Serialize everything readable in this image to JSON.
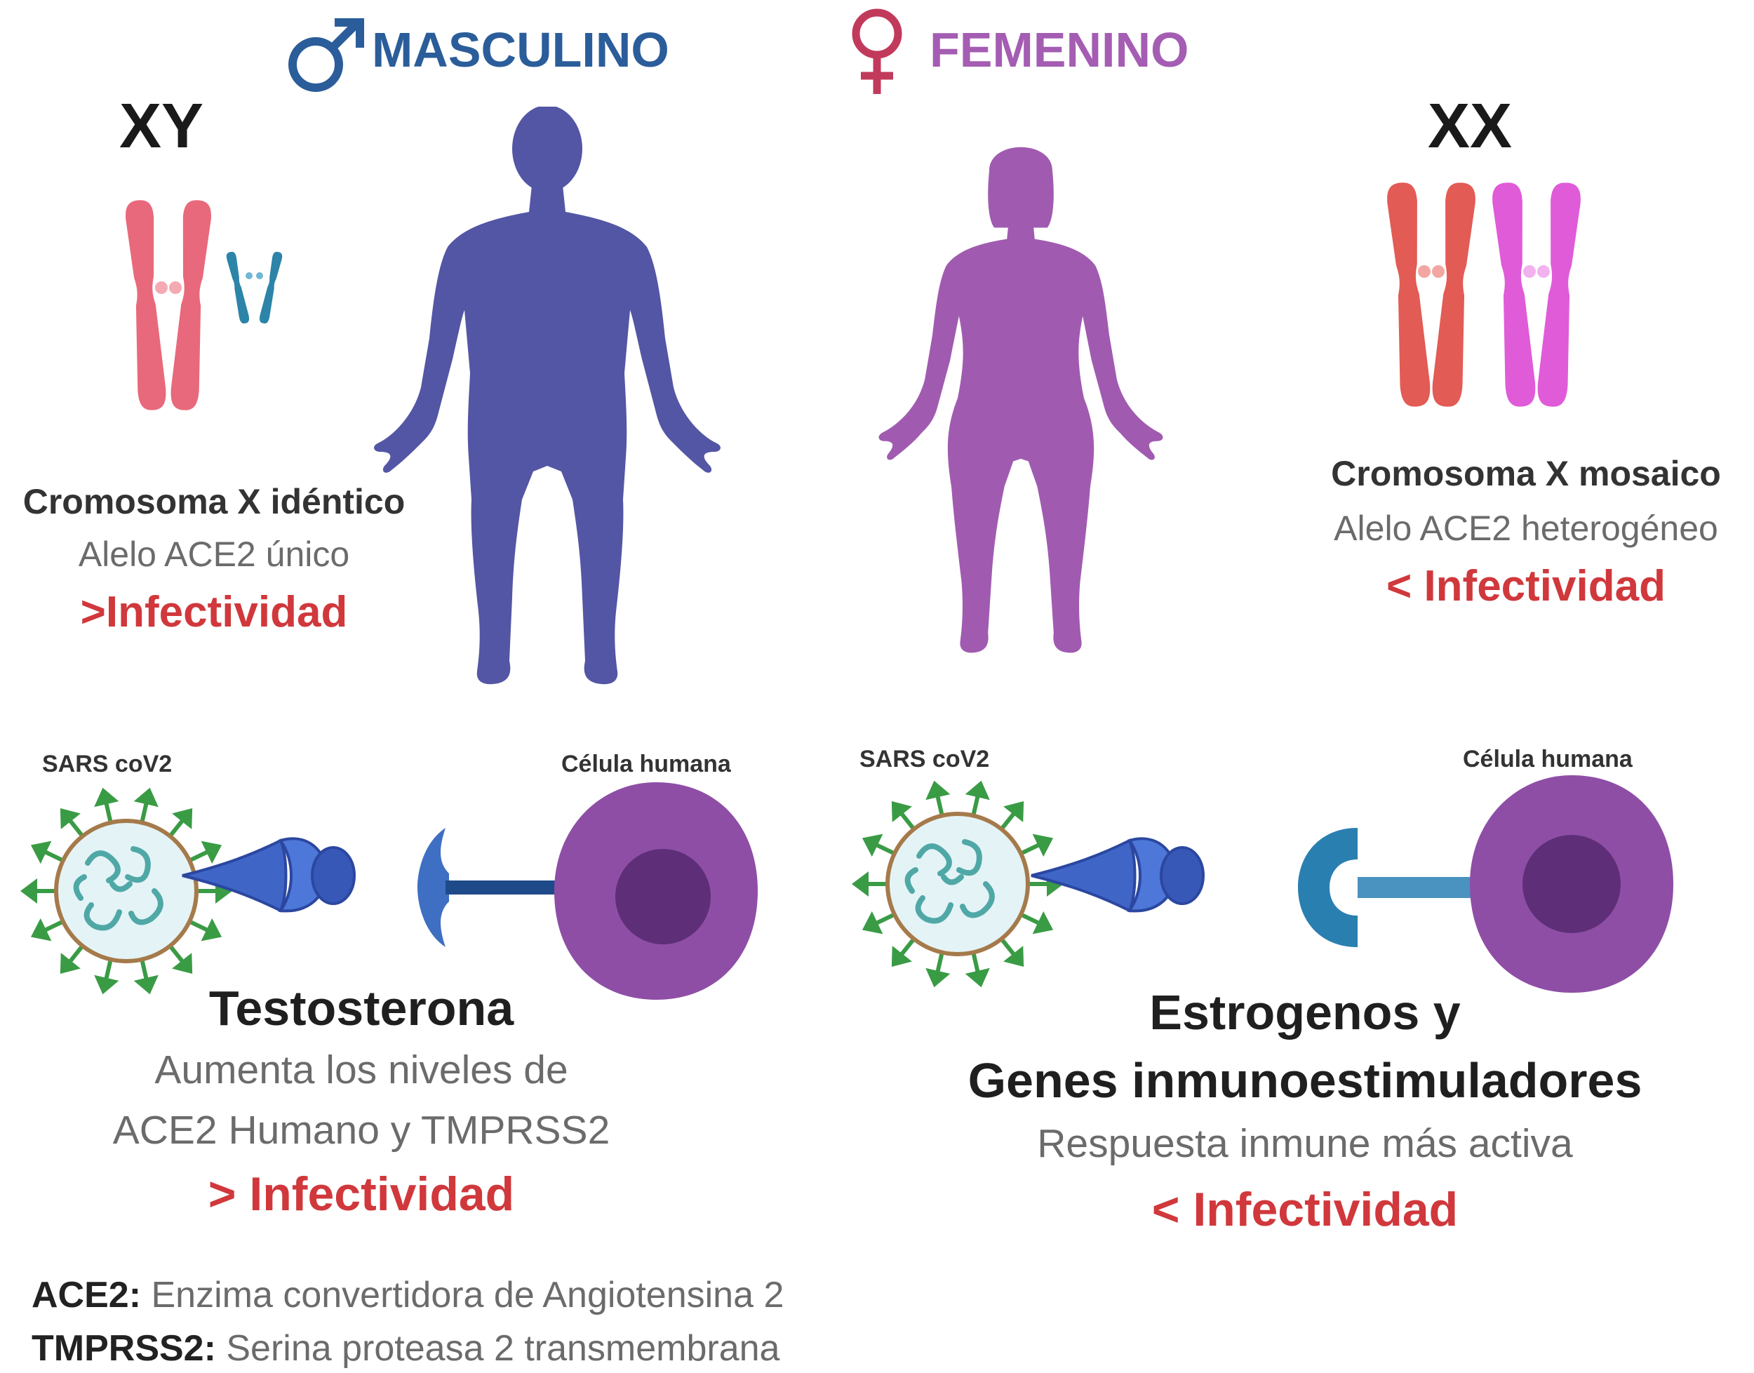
{
  "colors": {
    "male_blue": "#2b5d9a",
    "female_purple": "#a45db2",
    "female_symbol": "#c23a5b",
    "male_body": "#5356a4",
    "female_body": "#a05bb0",
    "chrom_pink": "#e8697b",
    "chrom_teal": "#2c84a8",
    "chrom_red": "#e25b55",
    "chrom_magenta": "#e05bd8",
    "infectivity_red": "#d0383c",
    "cell_purple": "#8e4ea6",
    "spike_green": "#3a9b45",
    "receptor_blue": "#3f66c7"
  },
  "header": {
    "male_label": "MASCULINO",
    "male_icon": "male-symbol-icon",
    "female_label": "FEMENINO",
    "female_icon": "female-symbol-icon"
  },
  "male": {
    "chromosome_label": "XY",
    "line1": "Cromosoma X idéntico",
    "line2": "Alelo ACE2 único",
    "infectivity": ">Infectividad",
    "virus_label": "SARS coV2",
    "cell_label": "Célula humana",
    "hormone_title": "Testosterona",
    "hormone_line1": "Aumenta los niveles de",
    "hormone_line2": "ACE2 Humano y TMPRSS2",
    "hormone_infectivity": "> Infectividad"
  },
  "female": {
    "chromosome_label": "XX",
    "line1": "Cromosoma X mosaico",
    "line2": "Alelo ACE2 heterogéneo",
    "infectivity": "< Infectividad",
    "virus_label": "SARS coV2",
    "cell_label": "Célula humana",
    "hormone_title1": "Estrogenos y",
    "hormone_title2": "Genes inmunoestimuladores",
    "hormone_line1": "Respuesta inmune más activa",
    "hormone_infectivity": "< Infectividad"
  },
  "legend": {
    "ace2_term": "ACE2:",
    "ace2_def": "Enzima convertidora de Angiotensina 2",
    "tmprss2_term": "TMPRSS2:",
    "tmprss2_def": "Serina proteasa 2 transmembrana"
  }
}
